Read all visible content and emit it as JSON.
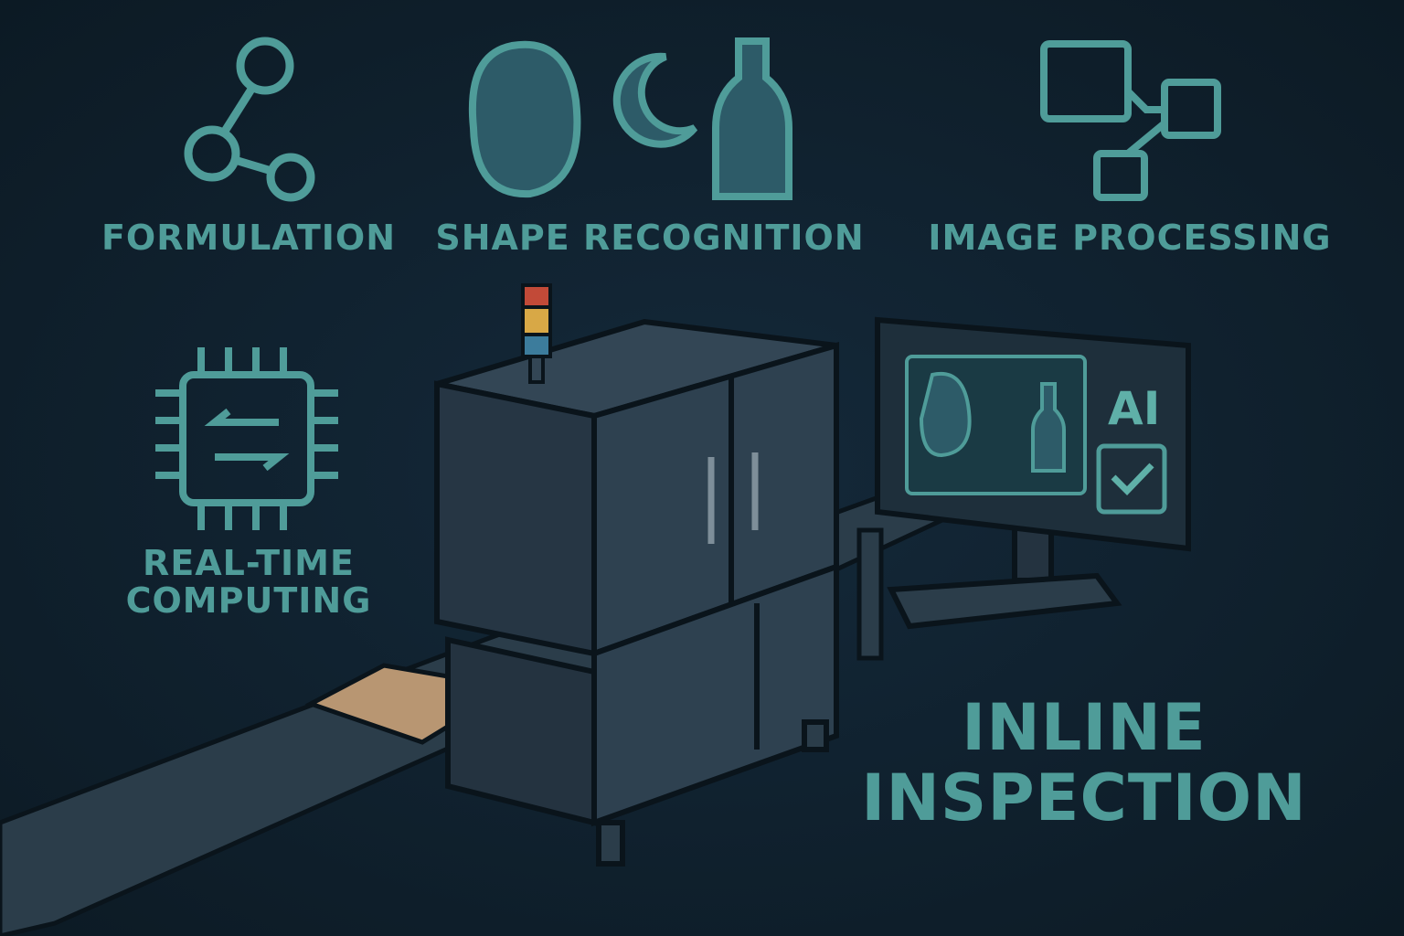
{
  "labels": {
    "formulation": "FORMULATION",
    "shape_recognition": "SHAPE RECOGNITION",
    "image_processing": "IMAGE PROCESSING",
    "realtime_line1": "REAL-TIME",
    "realtime_line2": "COMPUTING",
    "inline_line1": "INLINE",
    "inline_line2": "INSPECTION"
  },
  "monitor": {
    "ai_text": "AI"
  },
  "colors": {
    "accent": "#4f9c99",
    "background": "#0e1e28",
    "machine": "#2c3d4b"
  }
}
